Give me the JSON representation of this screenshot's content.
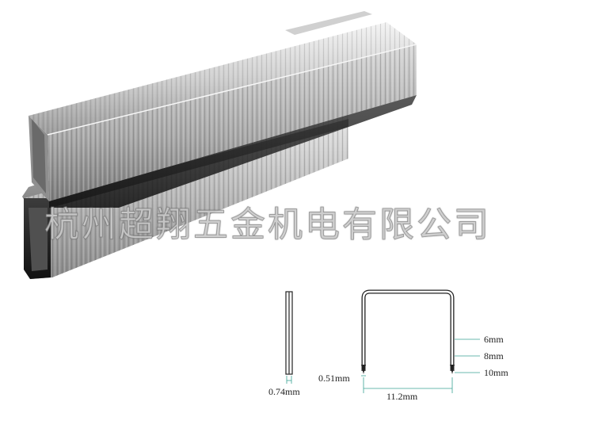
{
  "watermark_text": "杭州超翔五金机电有限公司",
  "colors": {
    "steel_light": "#e4e4e4",
    "steel_mid": "#b8b8b8",
    "steel_dark": "#5a5a5a",
    "leader_teal": "#3aa394"
  },
  "diagram": {
    "side_thickness": "0.74mm",
    "wire_thickness": "0.51mm",
    "crown_width": "11.2mm",
    "leg_lengths": [
      "6mm",
      "8mm",
      "10mm"
    ]
  }
}
